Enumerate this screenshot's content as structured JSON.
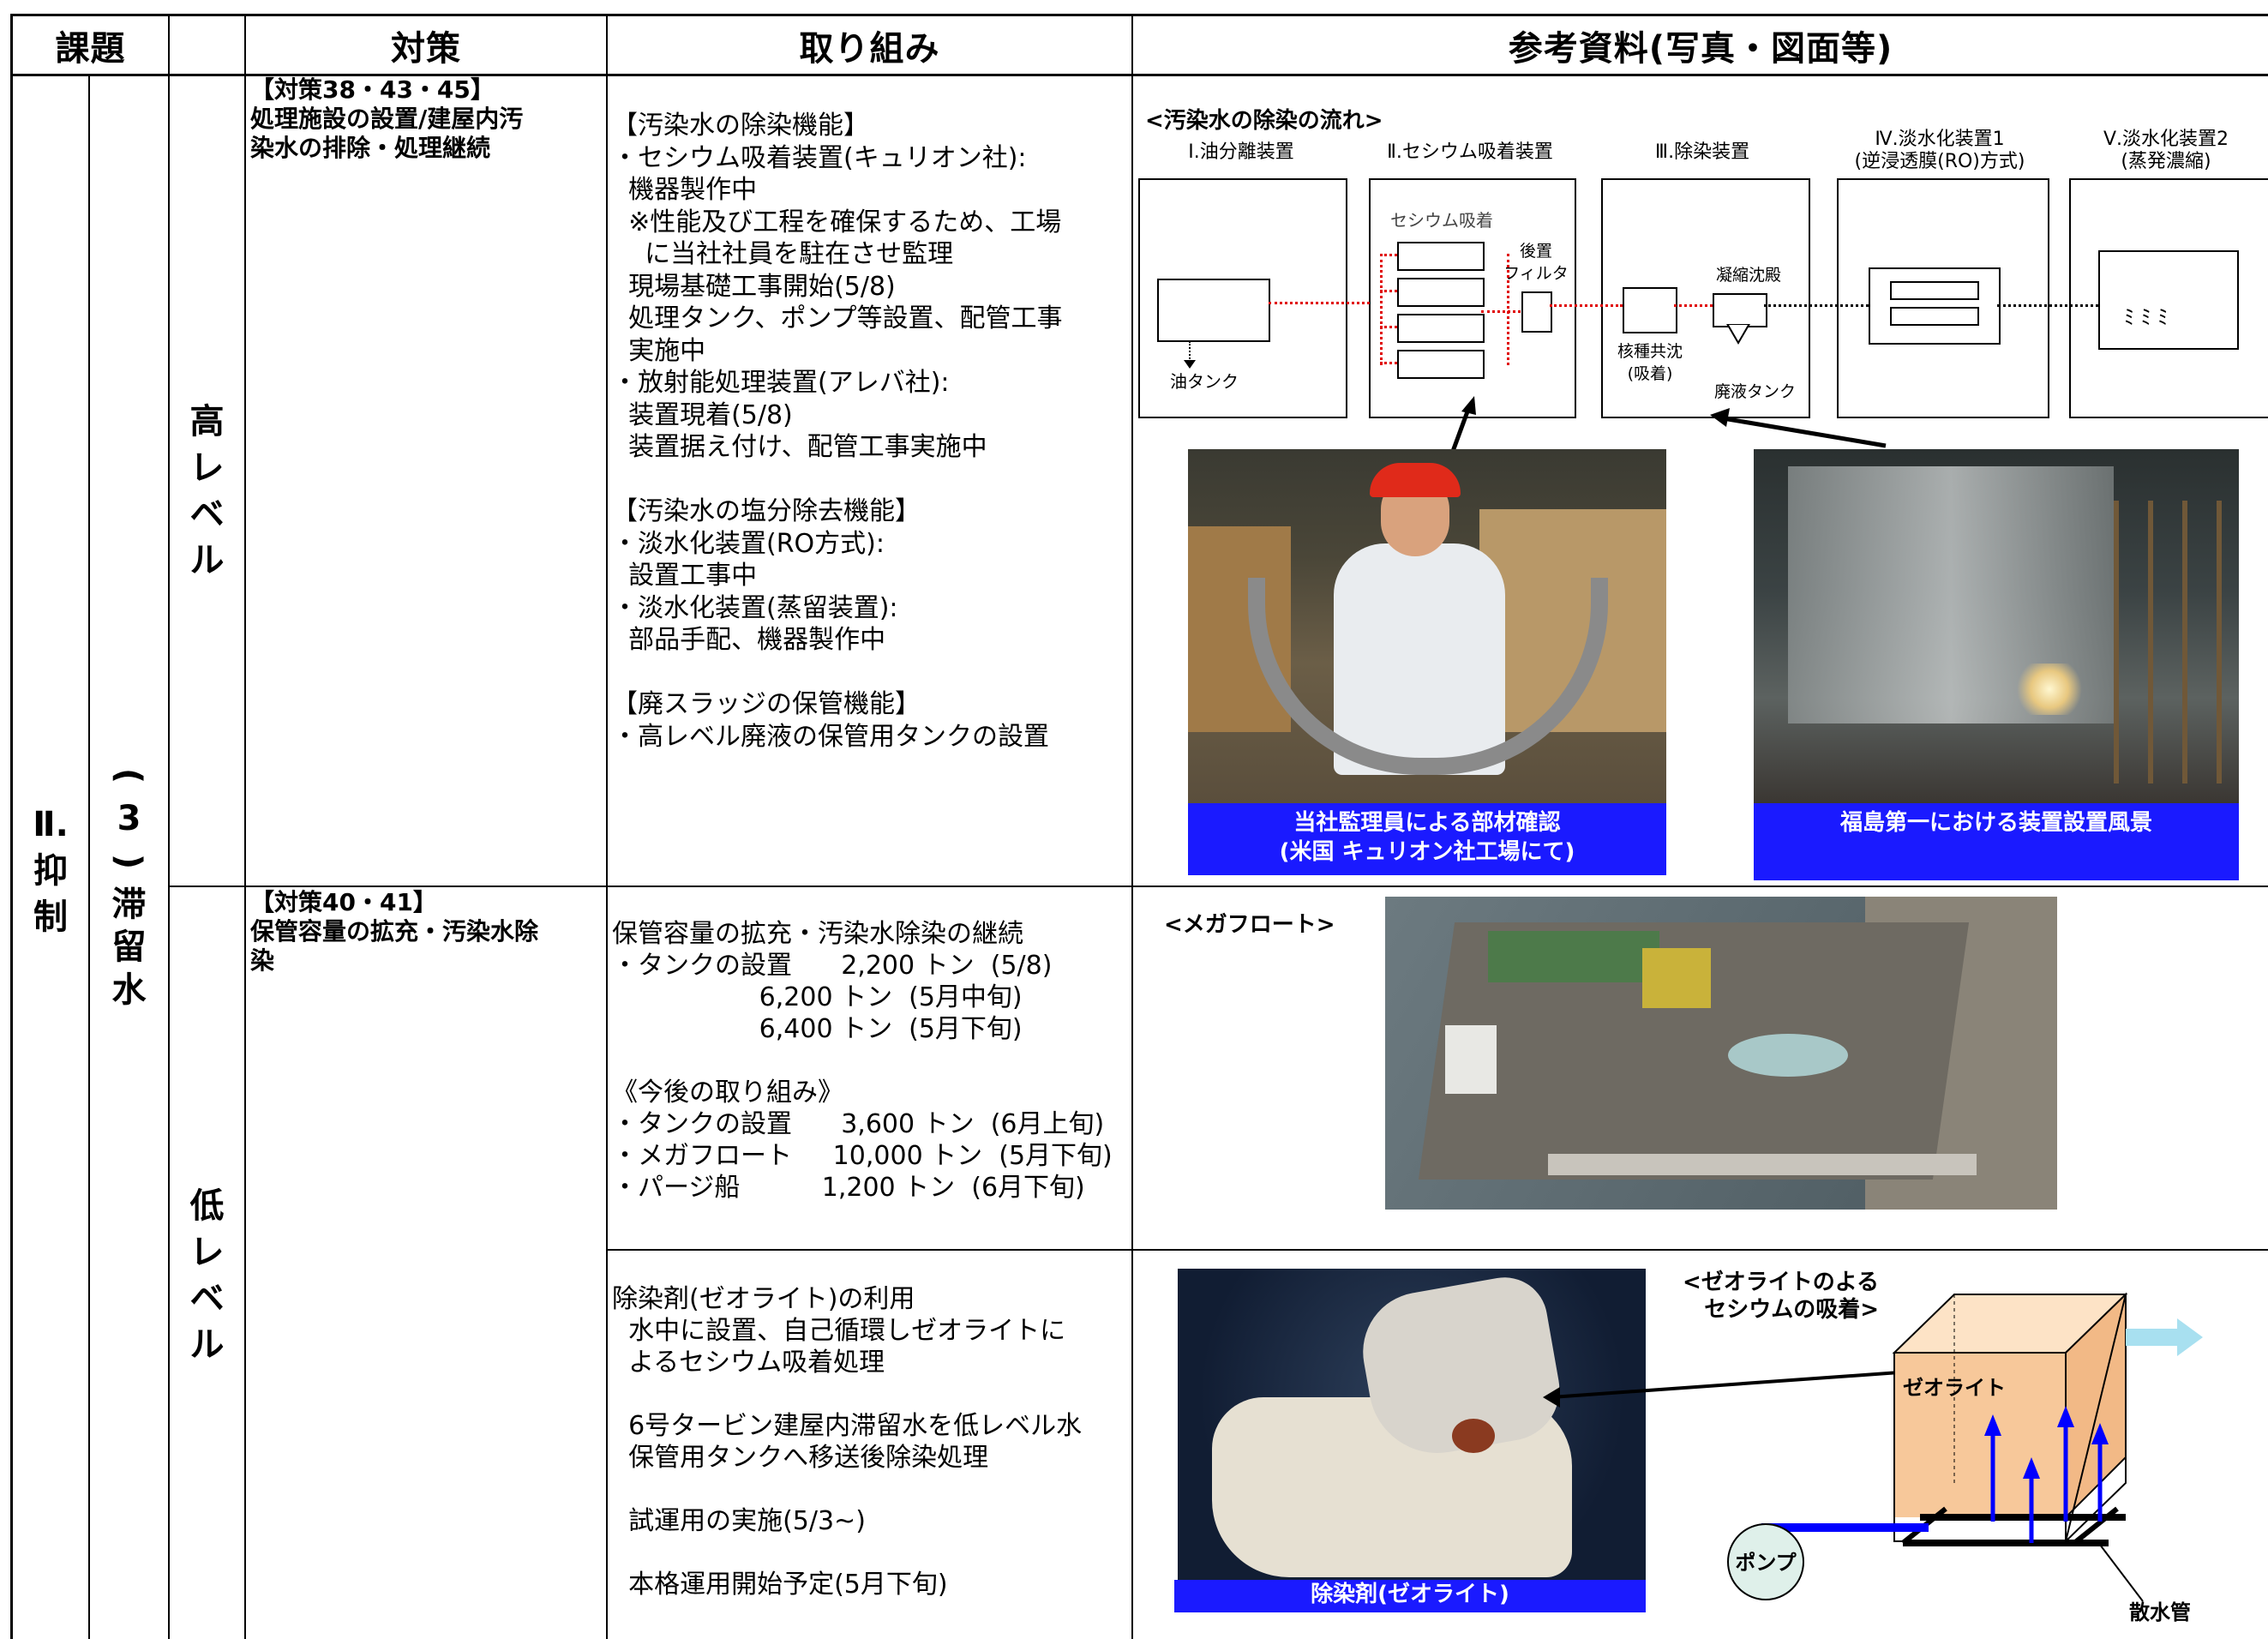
{
  "header": {
    "col1": "課題",
    "col2": "対策",
    "col3": "取り組み",
    "col4": "参考資料(写真・図面等)"
  },
  "left": {
    "topic_main": [
      "Ⅱ.",
      "抑",
      "制"
    ],
    "topic_sub": [
      "(",
      "3",
      ")",
      "滞",
      "留",
      "水"
    ],
    "level_high": [
      "高",
      "レ",
      "ベ",
      "ル"
    ],
    "level_low": [
      "低",
      "レ",
      "ベ",
      "ル"
    ]
  },
  "high": {
    "measure": "【対策38・43・45】\n処理施設の設置/建屋内汚\n染水の排除・処理継続",
    "actions": "【汚染水の除染機能】\n・セシウム吸着装置(キュリオン社):\n  機器製作中\n  ※性能及び工程を確保するため、工場\n    に当社社員を駐在させ監理\n  現場基礎工事開始(5/8)\n  処理タンク、ポンプ等設置、配管工事\n  実施中\n・放射能処理装置(アレバ社):\n  装置現着(5/8)\n  装置据え付け、配管工事実施中\n\n【汚染水の塩分除去機能】\n・淡水化装置(RO方式):\n  設置工事中\n・淡水化装置(蒸留装置):\n  部品手配、機器製作中\n\n【廃スラッジの保管機能】\n・高レベル廃液の保管用タンクの設置"
  },
  "flow": {
    "title": "<汚染水の除染の流れ>",
    "stage1": "Ⅰ.油分離装置",
    "stage2": "Ⅱ.セシウム吸着装置",
    "stage3": "Ⅲ.除染装置",
    "stage4": "Ⅳ.淡水化装置1\n(逆浸透膜(RO)方式)",
    "stage5": "Ⅴ.淡水化装置2\n(蒸発濃縮)",
    "oil_tank": "油タンク",
    "cesium_label": "セシウム吸着",
    "post_filter": "後置\nフィルタ",
    "coprecip": "核種共沈\n(吸着)",
    "settling": "凝縮沈殿",
    "waste_tank": "廃液タンク"
  },
  "photos": {
    "caption1": "当社監理員による部材確認\n(米国 キュリオン社工場にて)",
    "caption2": "福島第一における装置設置風景",
    "megafloat_label": "<メガフロート>",
    "zeolite_caption": "除染剤(ゼオライト)",
    "zeolite_diagram_title": "<ゼオライトのよる\nセシウムの吸着>",
    "zeolite_label": "ゼオライト",
    "pump_label": "ポンプ",
    "sprinkler_label": "散水管"
  },
  "low": {
    "measure": "【対策40・41】\n保管容量の拡充・汚染水除\n染",
    "actions1": "保管容量の拡充・汚染水除染の継続\n・タンクの設置      2,200 トン  (5/8)\n                  6,200 トン  (5月中旬)\n                  6,400 トン  (5月下旬)\n\n《今後の取り組み》\n・タンクの設置      3,600 トン  (6月上旬)\n・メガフロート     10,000 トン  (5月下旬)\n・パージ船          1,200 トン  (6月下旬)",
    "actions2": "除染剤(ゼオライト)の利用\n  水中に設置、自己循環しゼオライトに\n  よるセシウム吸着処理\n\n  6号タービン建屋内滞留水を低レベル水\n  保管用タンクへ移送後除染処理\n\n  試運用の実施(5/3~)\n\n  本格運用開始予定(5月下旬)"
  },
  "colors": {
    "caption_bg": "#1a1aff",
    "flow_arrow": "#e00000",
    "zeolite_box": "#f7c89a",
    "pipe_blue": "#0000ff"
  }
}
